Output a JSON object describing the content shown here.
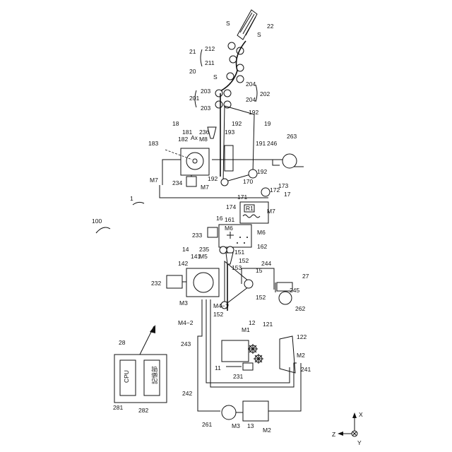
{
  "figure": {
    "labels": {
      "l100": "100",
      "l1": "1",
      "l11": "11",
      "l12": "12",
      "l121": "121",
      "l122": "122",
      "l13": "13",
      "l14": "14",
      "l141": "141",
      "l142": "142",
      "l15": "15",
      "l151": "151",
      "l152a": "152",
      "l152b": "152",
      "l152c": "152",
      "l153": "153",
      "l16": "16",
      "l161": "161",
      "l162": "162",
      "l17": "17",
      "l170": "170",
      "l171": "171",
      "l172": "172",
      "l173": "173",
      "l174": "174",
      "l18": "18",
      "l181": "181",
      "l182": "182",
      "l183": "183",
      "l19": "19",
      "l191": "191",
      "l192a": "192",
      "l192b": "192",
      "l192c": "192",
      "l192d": "192",
      "l193": "193",
      "l20": "20",
      "l201": "201",
      "l202": "202",
      "l203a": "203",
      "l203b": "203",
      "l204a": "204",
      "l204b": "204",
      "l21": "21",
      "l211": "211",
      "l212": "212",
      "l22": "22",
      "l231": "231",
      "l232": "232",
      "l233": "233",
      "l234": "234",
      "l235": "235",
      "l236": "236",
      "l241": "241",
      "l242": "242",
      "l243": "243",
      "l244": "244",
      "l245": "245",
      "l246": "246",
      "l261": "261",
      "l262": "262",
      "l263": "263",
      "l27": "27",
      "l28": "28",
      "l281": "281",
      "l282": "282",
      "lM1": "M1",
      "lM2a": "M2",
      "lM2b": "M2",
      "lM3a": "M3",
      "lM3b": "M3",
      "lM4_1": "M4−1",
      "lM4_2": "M4−2",
      "lM5": "M5",
      "lM6a": "M6",
      "lM6b": "M6",
      "lM7a": "M7",
      "lM7b": "M7",
      "lM7c": "M7",
      "lM8": "M8",
      "lAx": "Ax",
      "lR1": "R1",
      "lSa": "S",
      "lSb": "S",
      "lSc": "S",
      "cpu": "CPU",
      "storage": "記憶部",
      "axisX": "X",
      "axisY": "Y",
      "axisZ": "Z"
    }
  }
}
